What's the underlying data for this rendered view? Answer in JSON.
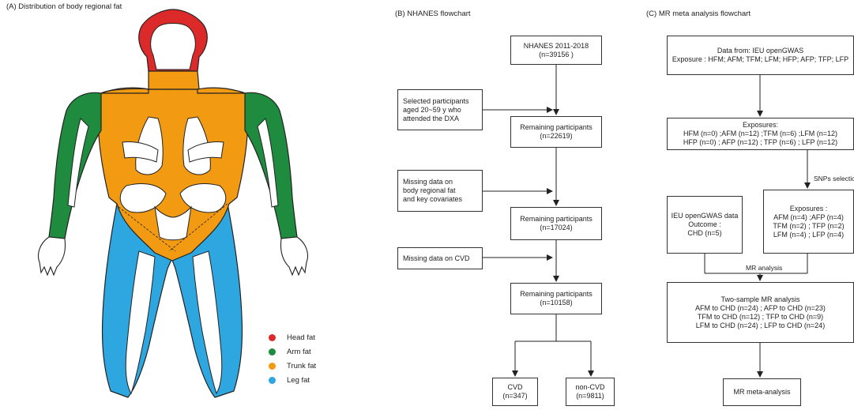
{
  "colors": {
    "head": "#dc2a2a",
    "arm": "#1f8b3f",
    "trunk": "#f29a12",
    "leg": "#2ea6df",
    "outline": "#222222"
  },
  "panelA": {
    "title": "(A) Distribution of body regional fat",
    "legend": [
      {
        "label": "Head fat",
        "color": "#dc2a2a"
      },
      {
        "label": "Arm fat",
        "color": "#1f8b3f"
      },
      {
        "label": "Trunk fat",
        "color": "#f29a12"
      },
      {
        "label": "Leg fat",
        "color": "#2ea6df"
      }
    ]
  },
  "panelB": {
    "title": "(B) NHANES flowchart",
    "main": [
      {
        "lines": [
          "NHANES 2011-2018",
          "(n=39156 )"
        ]
      },
      {
        "lines": [
          "Remaining participants",
          "(n=22619)"
        ]
      },
      {
        "lines": [
          "Remaining participants",
          "(n=17024)"
        ]
      },
      {
        "lines": [
          "Remaining participants",
          "(n=10158)"
        ]
      }
    ],
    "side": [
      {
        "lines": [
          "Selected participants",
          "aged 20~59 y who",
          "attended the DXA"
        ]
      },
      {
        "lines": [
          "Missing data on",
          "body regional fat",
          "and key covariates"
        ]
      },
      {
        "lines": [
          "Missing data on CVD"
        ]
      }
    ],
    "outcomes": [
      {
        "lines": [
          "CVD",
          "(n=347)"
        ]
      },
      {
        "lines": [
          "non-CVD",
          "(n=9811)"
        ]
      }
    ]
  },
  "panelC": {
    "title": "(C) MR meta analysis  flowchart",
    "source": {
      "lines": [
        "Data from: IEU openGWAS",
        "Exposure : HFM; AFM; TFM; LFM; HFP; AFP; TFP; LFP"
      ]
    },
    "exposures": {
      "lines": [
        "Exposures:",
        "HFM  (n=0)  ;AFM  (n=12)  ;TFM  (n=6)  ;LFM  (n=12)",
        "HFP  (n=0)  ; AFP  (n=12)  ; TFP  (n=6)  ; LFP  (n=12)"
      ]
    },
    "snps_label": "SNPs selectio",
    "outcome": {
      "lines": [
        "IEU openGWAS data",
        "Outcome :",
        "CHD  (n=5)"
      ]
    },
    "selected": {
      "lines": [
        "Exposures :",
        "AFM    (n=4)  ;AFP    (n=4)",
        "TFM    (n=2)  ; TFP    (n=2)",
        "LFM    (n=4)  ; LFP    (n=4)"
      ]
    },
    "mr_label": "MR analysis",
    "two_sample": {
      "lines": [
        "Two-sample MR analysis",
        "AFM to CHD  (n=24)  ; AFP to CHD  (n=23)",
        "TFM to CHD  (n=12)  ;  TFP to CHD  (n=9)",
        "LFM to CHD  (n=24)  ; LFP to CHD  (n=24)"
      ]
    },
    "meta": {
      "lines": [
        "MR meta-analysis"
      ]
    }
  }
}
